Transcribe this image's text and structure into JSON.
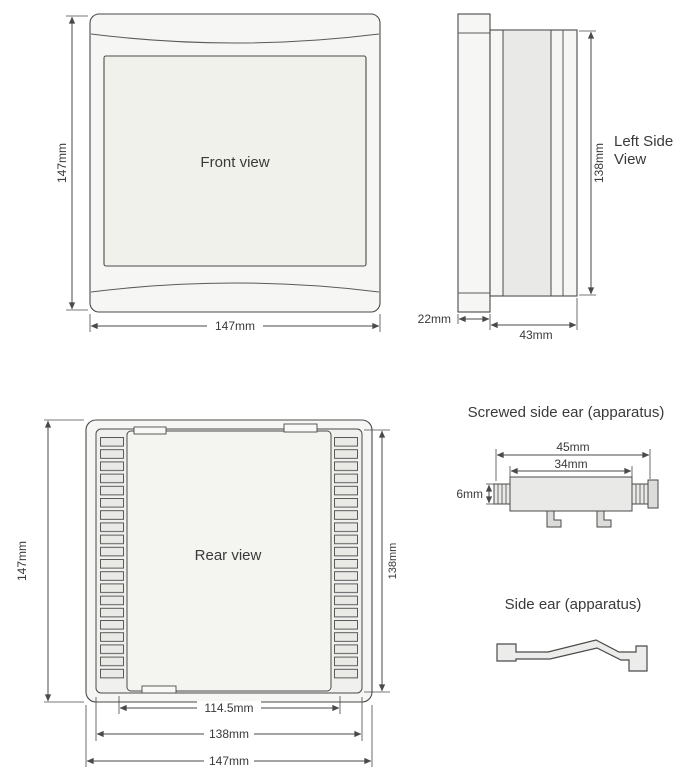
{
  "front_view": {
    "label": "Front view",
    "dim_height": "147mm",
    "dim_width": "147mm"
  },
  "left_side_view": {
    "label_line1": "Left Side",
    "label_line2": "View",
    "dim_height": "138mm",
    "dim_bezel_depth": "22mm",
    "dim_body_depth": "43mm"
  },
  "rear_view": {
    "label": "Rear view",
    "dim_height_outer": "147mm",
    "dim_height_inner": "138mm",
    "dim_width_terminals": "114.5mm",
    "dim_width_inner": "138mm",
    "dim_width_outer": "147mm"
  },
  "screwed_side_ear": {
    "title": "Screwed side ear (apparatus)",
    "dim_width_outer": "45mm",
    "dim_width_body": "34mm",
    "dim_stud": "6mm"
  },
  "side_ear": {
    "title": "Side ear (apparatus)"
  },
  "colors": {
    "line": "#4a4a4a",
    "fill_light": "#f6f6f4",
    "fill_mid": "#e9e9e7",
    "text": "#3a3a3a"
  }
}
